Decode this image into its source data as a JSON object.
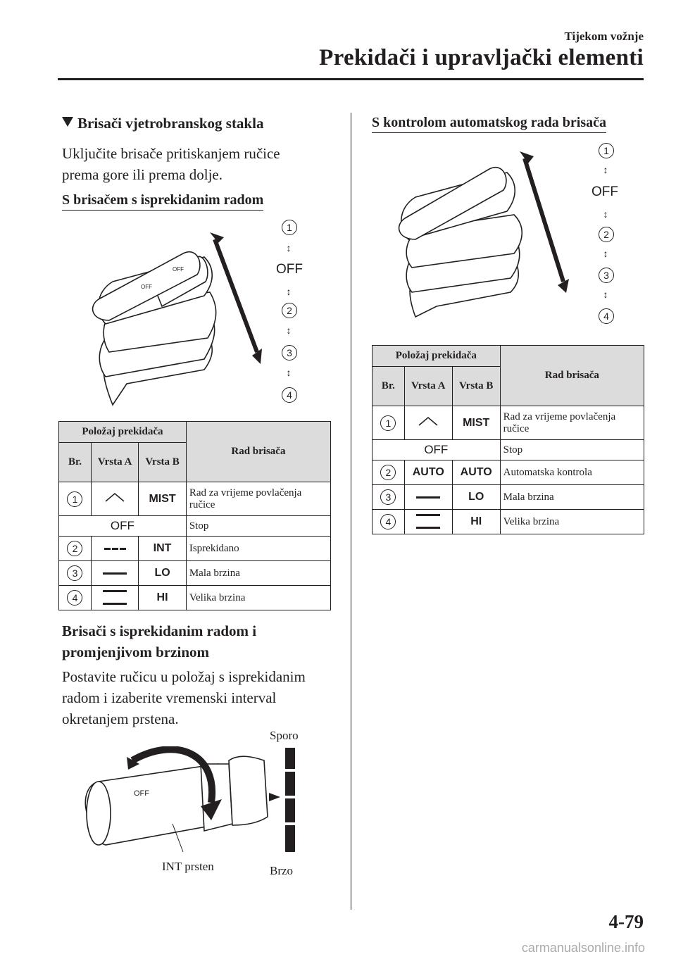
{
  "header": {
    "chapter": "Tijekom vožnje",
    "section": "Prekidači i upravljački elementi"
  },
  "left": {
    "title": "Brisači vjetrobranskog stakla",
    "intro": [
      "Uključite brisače pritiskanjem ručice",
      "prema gore ili prema dolje."
    ],
    "subtitle": "S brisačem s isprekidanim radom",
    "diagram_labels": [
      "1",
      "OFF",
      "2",
      "3",
      "4"
    ],
    "table": {
      "h_position": "Položaj prekidača",
      "h_number": "Br.",
      "h_type_a": "Vrsta A",
      "h_type_b": "Vrsta B",
      "h_operation": "Rad brisača",
      "rows": [
        {
          "no": "1",
          "b": "MIST",
          "op": "Rad za vrijeme povlačenja ručice"
        },
        {
          "no": "OFF",
          "op": "Stop"
        },
        {
          "no": "2",
          "b": "INT",
          "op": "Isprekidano"
        },
        {
          "no": "3",
          "b": "LO",
          "op": "Mala brzina"
        },
        {
          "no": "4",
          "b": "HI",
          "op": "Velika brzina"
        }
      ]
    },
    "title2": [
      "Brisači s isprekidanim radom i",
      "promjenjivom brzinom"
    ],
    "para2": [
      "Postavite ručicu u položaj s isprekidanim",
      "radom i izaberite vremenski interval",
      "okretanjem prstena."
    ],
    "ring_labels": {
      "slow": "Sporo",
      "fast": "Brzo",
      "ring": "INT prsten",
      "off": "OFF"
    }
  },
  "right": {
    "subtitle": "S kontrolom automatskog rada brisača",
    "diagram_labels": [
      "1",
      "OFF",
      "2",
      "3",
      "4"
    ],
    "table": {
      "h_position": "Položaj prekidača",
      "h_number": "Br.",
      "h_type_a": "Vrsta A",
      "h_type_b": "Vrsta B",
      "h_operation": "Rad brisača",
      "rows": [
        {
          "no": "1",
          "b": "MIST",
          "op": "Rad za vrijeme povlačenja ručice"
        },
        {
          "no": "OFF",
          "op": "Stop"
        },
        {
          "no": "2",
          "a": "AUTO",
          "b": "AUTO",
          "op": "Automatska kontrola"
        },
        {
          "no": "3",
          "b": "LO",
          "op": "Mala brzina"
        },
        {
          "no": "4",
          "b": "HI",
          "op": "Velika brzina"
        }
      ]
    }
  },
  "page_number": "4-79",
  "footer": "carmanualsonline.info"
}
